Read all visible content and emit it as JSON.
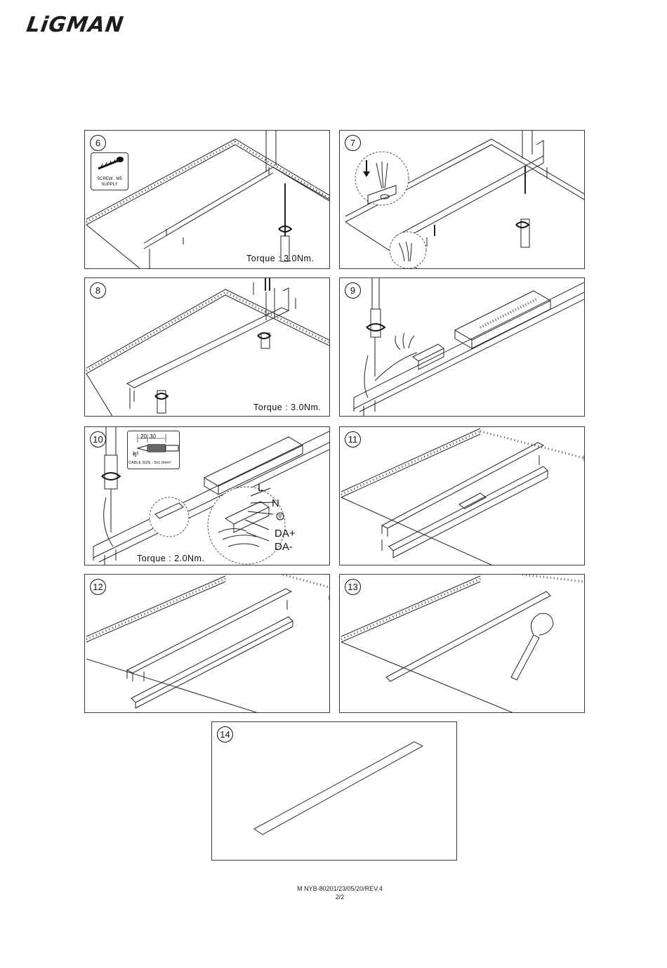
{
  "brand": {
    "name": "LiGMAN"
  },
  "steps": [
    {
      "number": "6",
      "torque": "Torque : 3.0Nm.",
      "screw_label": "SCREW : M5",
      "screw_sub": "SUPPLY"
    },
    {
      "number": "7"
    },
    {
      "number": "8",
      "torque": "Torque : 3.0Nm."
    },
    {
      "number": "9"
    },
    {
      "number": "10",
      "torque": "Torque : 2.0Nm.",
      "dim_a": "20",
      "dim_b": "30",
      "dim_c": "6",
      "cable_size": "CABLE SIZE : 5x1.0mm²",
      "wires": [
        "L",
        "N",
        "DA+",
        "DA-"
      ]
    },
    {
      "number": "11"
    },
    {
      "number": "12"
    },
    {
      "number": "13"
    },
    {
      "number": "14"
    }
  ],
  "footer": {
    "doc_code": "M NYB-80201/23/05/20/REV.4",
    "page": "2/2"
  }
}
